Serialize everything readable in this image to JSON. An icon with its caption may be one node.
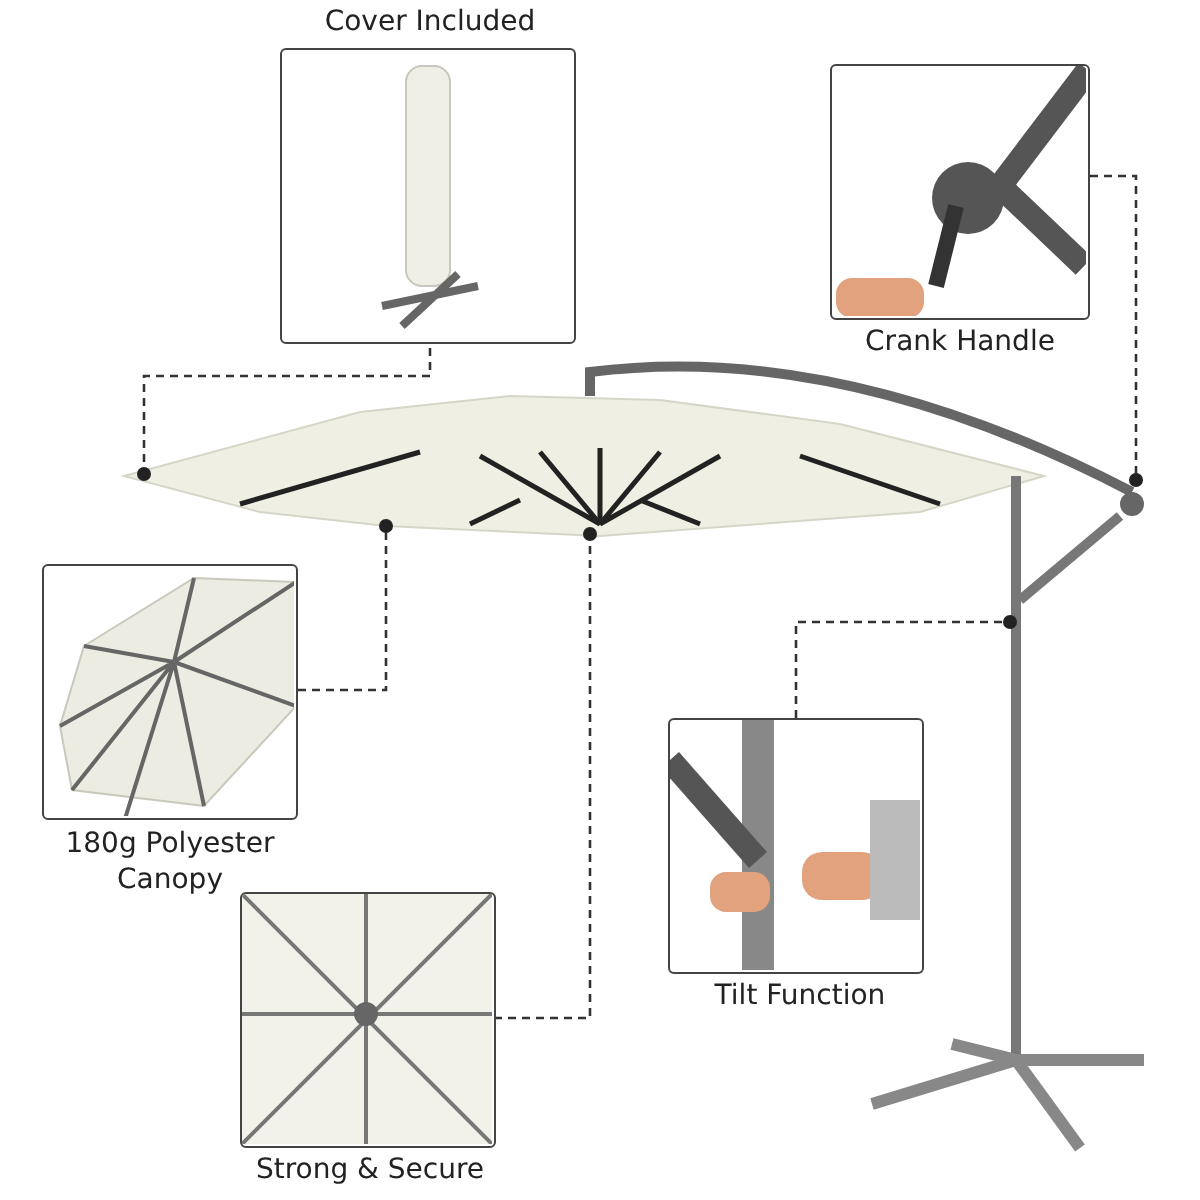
{
  "diagram": {
    "nodes": [
      {
        "text": [
          "Cover Included"
        ]
      },
      {
        "text": [
          "Crank Handle"
        ]
      },
      {
        "text": [
          "180g Polyester Canopy"
        ]
      },
      {
        "text": [
          "Strong & Secure"
        ]
      },
      {
        "text": [
          "Tilt Function"
        ]
      },
      {
        "text": [],
        "shape": "picture"
      },
      {
        "text": [],
        "shape": "picture"
      },
      {
        "text": [],
        "shape": "picture"
      }
    ],
    "edges": [
      {
        "from": 0,
        "to": 5,
        "arrow": "other",
        "style": "dashed"
      },
      {
        "from": 1,
        "to": 6,
        "arrow": "other",
        "style": "dashed"
      },
      {
        "from": 2,
        "to": 5,
        "arrow": "other",
        "style": "dashed"
      },
      {
        "from": 3,
        "to": 5,
        "arrow": "other",
        "style": "dashed"
      },
      {
        "from": 4,
        "to": 7,
        "arrow": "other",
        "style": "dashed"
      }
    ]
  }
}
